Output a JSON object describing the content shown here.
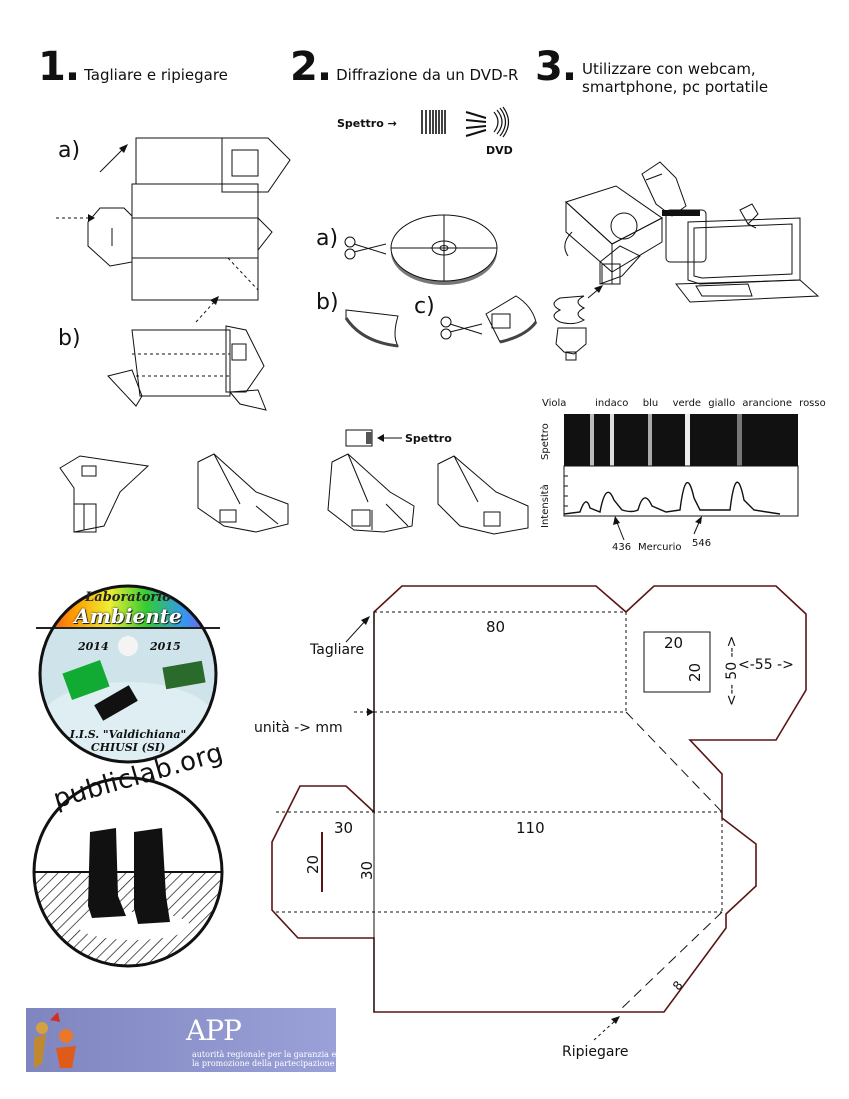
{
  "steps": [
    {
      "num": "1.",
      "title": "Tagliare e ripiegare"
    },
    {
      "num": "2.",
      "title": "Diffrazione da un DVD-R"
    },
    {
      "num": "3.",
      "title_line1": "Utilizzare con webcam,",
      "title_line2": "smartphone, pc portatile"
    }
  ],
  "step1": {
    "label_a": "a)",
    "label_b": "b)"
  },
  "step2": {
    "spettro": "Spettro →",
    "dvd": "DVD",
    "label_a": "a)",
    "label_b": "b)",
    "label_c": "c)",
    "spettro_arrow": "Spettro"
  },
  "spectrum": {
    "colors": [
      "Viola",
      "indaco",
      "blu",
      "verde",
      "giallo",
      "arancione",
      "rosso"
    ],
    "ylabel_top": "Spettro",
    "ylabel_bottom": "Intensità",
    "annotation_left": "436",
    "annotation_mid": "Mercurio",
    "annotation_right": "546"
  },
  "plan": {
    "tagliare": "Tagliare",
    "unita": "unità -> mm",
    "ripiegare": "Ripiegare",
    "dim_80": "80",
    "dim_110": "110",
    "dim_20_top": "20",
    "dim_20_top_v": "20",
    "dim_50": "<-- 50 -->",
    "dim_55": "<-55 ->",
    "dim_30_h": "30",
    "dim_30_v": "30",
    "dim_20_left": "20",
    "dim_8": "8"
  },
  "logos": {
    "lab_line1": "Laboratorio",
    "lab_line2": "Ambiente",
    "year_start": "2014",
    "year_end": "2015",
    "school_line1": "I.I.S. \"Valdichiana\"",
    "school_line2": "CHIUSI (SI)",
    "publiclab": "publiclab.org",
    "app": "APP",
    "app_line1": "autorità regionale per la garanzia e",
    "app_line2": "la promozione della partecipazione"
  }
}
